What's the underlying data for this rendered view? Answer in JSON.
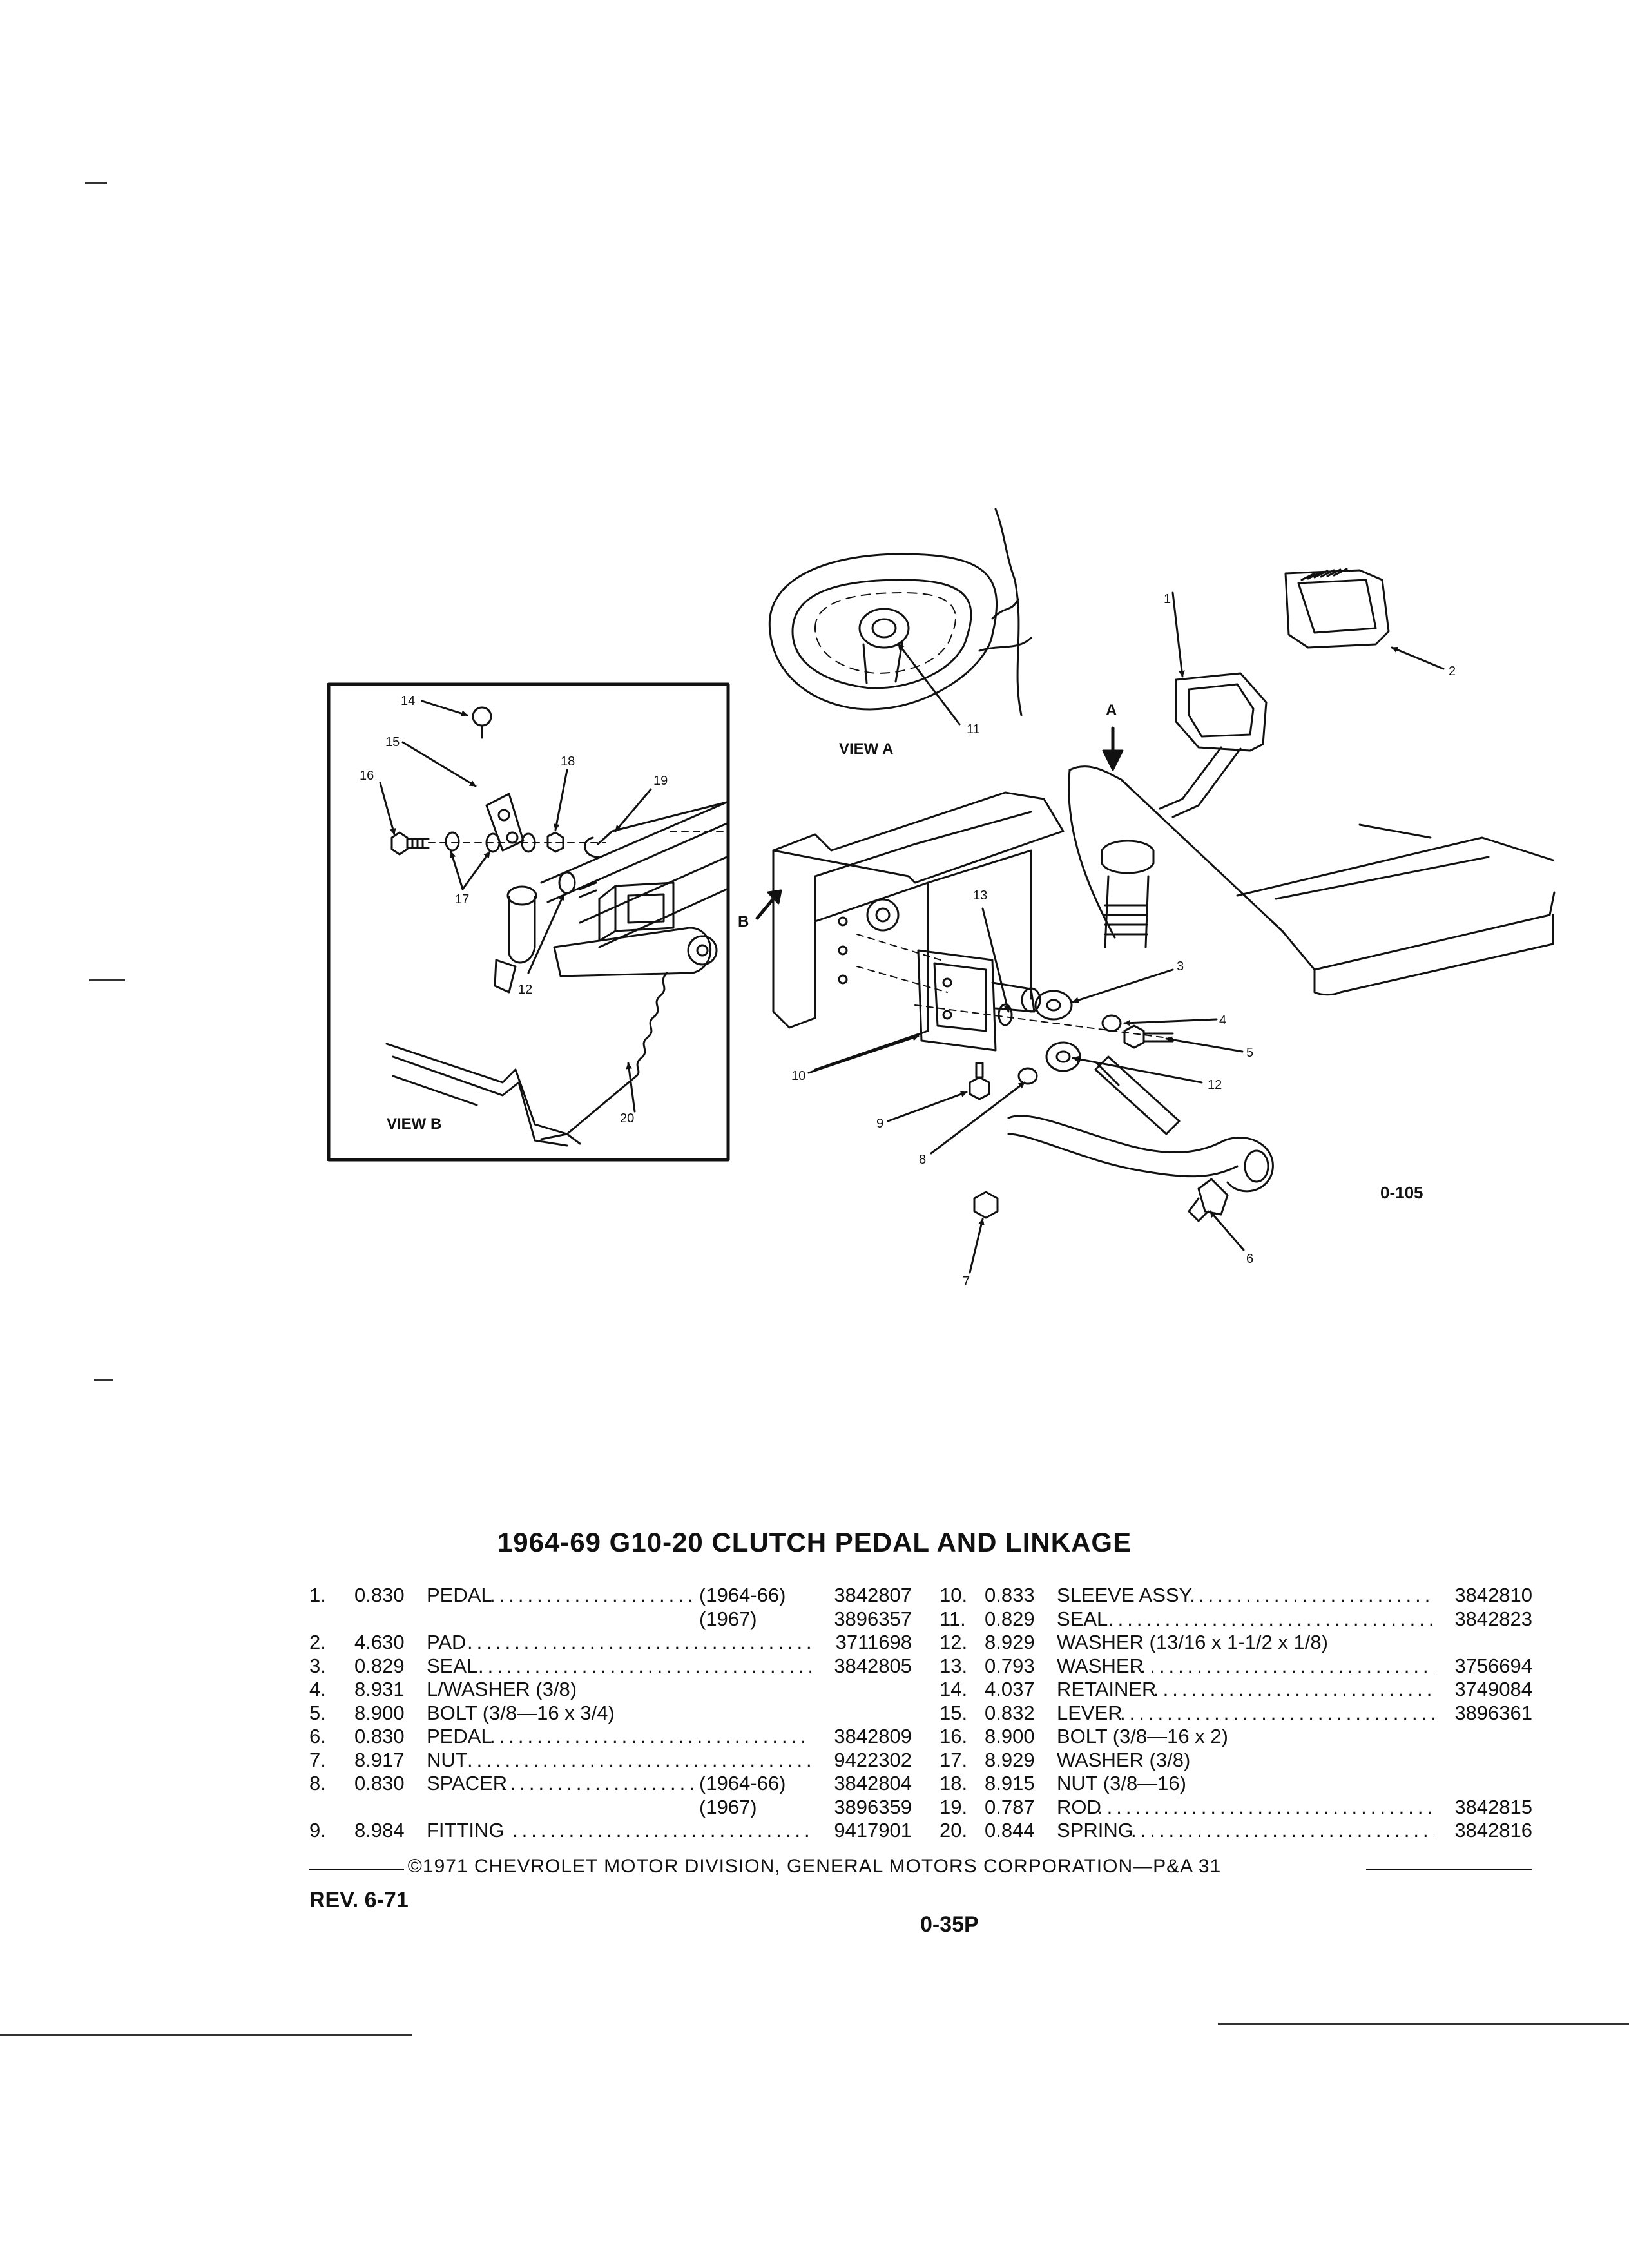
{
  "title": "1964-69 G10-20 CLUTCH PEDAL AND LINKAGE",
  "figure_code": "0-105",
  "view_labels": {
    "view_a": "VIEW A",
    "view_b": "VIEW B",
    "arrow_a": "A",
    "arrow_b": "B"
  },
  "callouts": [
    "1",
    "2",
    "3",
    "4",
    "5",
    "6",
    "7",
    "8",
    "9",
    "10",
    "11",
    "12",
    "13",
    "14",
    "15",
    "16",
    "17",
    "18",
    "19",
    "20"
  ],
  "parts_left": [
    {
      "num": "1.",
      "code": "0.830",
      "desc": "PEDAL",
      "years": "(1964-66)",
      "part": "3842807"
    },
    {
      "num": "",
      "code": "",
      "desc": "",
      "years": "(1967)",
      "part": "3896357"
    },
    {
      "num": "2.",
      "code": "4.630",
      "desc": "PAD",
      "years": "",
      "part": "3711698"
    },
    {
      "num": "3.",
      "code": "0.829",
      "desc": "SEAL",
      "years": "",
      "part": "3842805"
    },
    {
      "num": "4.",
      "code": "8.931",
      "desc": "L/WASHER (3/8)",
      "years": "",
      "part": ""
    },
    {
      "num": "5.",
      "code": "8.900",
      "desc": "BOLT (3/8—16 x 3/4)",
      "years": "",
      "part": ""
    },
    {
      "num": "6.",
      "code": "0.830",
      "desc": "PEDAL",
      "years": "",
      "part": "3842809"
    },
    {
      "num": "7.",
      "code": "8.917",
      "desc": "NUT",
      "years": "",
      "part": "9422302"
    },
    {
      "num": "8.",
      "code": "0.830",
      "desc": "SPACER",
      "years": "(1964-66)",
      "part": "3842804"
    },
    {
      "num": "",
      "code": "",
      "desc": "",
      "years": "(1967)",
      "part": "3896359"
    },
    {
      "num": "9.",
      "code": "8.984",
      "desc": "FITTING",
      "years": "",
      "part": "9417901"
    }
  ],
  "parts_right": [
    {
      "num": "10.",
      "code": "0.833",
      "desc": "SLEEVE ASSY.",
      "part": "3842810"
    },
    {
      "num": "11.",
      "code": "0.829",
      "desc": "SEAL",
      "part": "3842823"
    },
    {
      "num": "12.",
      "code": "8.929",
      "desc": "WASHER (13/16 x 1-1/2 x 1/8)",
      "part": ""
    },
    {
      "num": "13.",
      "code": "0.793",
      "desc": "WASHER",
      "part": "3756694"
    },
    {
      "num": "14.",
      "code": "4.037",
      "desc": "RETAINER",
      "part": "3749084"
    },
    {
      "num": "15.",
      "code": "0.832",
      "desc": "LEVER",
      "part": "3896361"
    },
    {
      "num": "16.",
      "code": "8.900",
      "desc": "BOLT (3/8—16 x 2)",
      "part": ""
    },
    {
      "num": "17.",
      "code": "8.929",
      "desc": "WASHER (3/8)",
      "part": ""
    },
    {
      "num": "18.",
      "code": "8.915",
      "desc": "NUT (3/8—16)",
      "part": ""
    },
    {
      "num": "19.",
      "code": "0.787",
      "desc": "ROD",
      "part": "3842815"
    },
    {
      "num": "20.",
      "code": "0.844",
      "desc": "SPRING",
      "part": "3842816"
    }
  ],
  "footer": {
    "copyright": "©1971 CHEVROLET MOTOR DIVISION, GENERAL MOTORS CORPORATION—P&A 31",
    "revision": "REV. 6-71",
    "page": "0-35P"
  }
}
